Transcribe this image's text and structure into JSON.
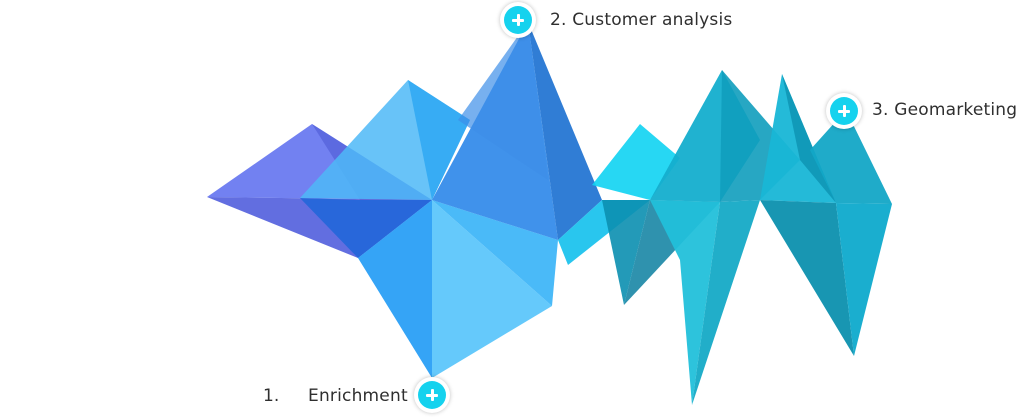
{
  "steps": {
    "enrichment": {
      "number": "1.",
      "label": "Enrichment",
      "icon": "plus-icon"
    },
    "customer_analysis": {
      "label": "2. Customer analysis",
      "icon": "plus-icon"
    },
    "geomarketing": {
      "label": "3. Geomarketing",
      "icon": "plus-icon"
    }
  },
  "colors": {
    "accent": "#15d2ee",
    "purple": "#5f6fe6",
    "blue": "#1f8cf0",
    "light_blue": "#5cc4f7",
    "cyan": "#13b8d6",
    "teal": "#0e9fb8"
  }
}
